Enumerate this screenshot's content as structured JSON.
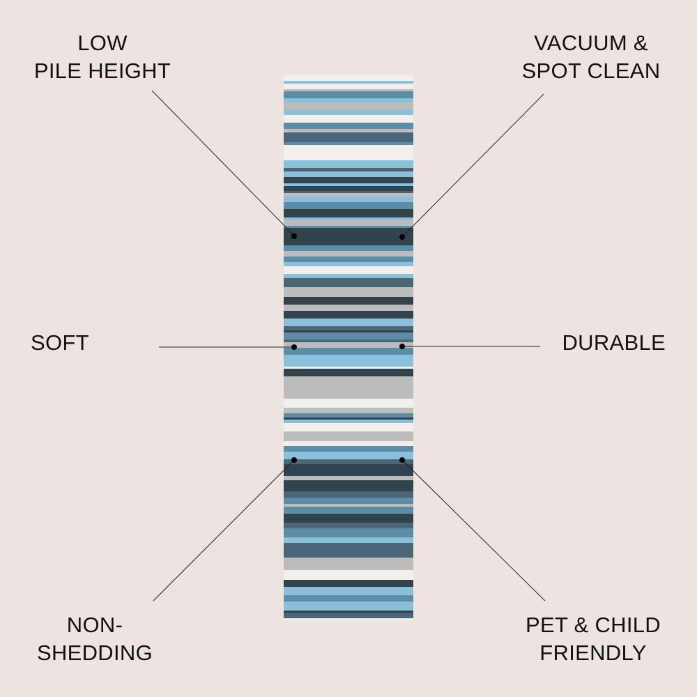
{
  "features": {
    "top_left": [
      "LOW",
      "PILE HEIGHT"
    ],
    "top_right": [
      "VACUUM &",
      "SPOT CLEAN"
    ],
    "mid_left": "SOFT",
    "mid_right": "DURABLE",
    "bottom_left": [
      "NON-",
      "SHEDDING"
    ],
    "bottom_right": [
      "PET & CHILD",
      "FRIENDLY"
    ]
  },
  "colors": {
    "background": "#ede4df",
    "rug_light_blue": "#8cc0da",
    "rug_dark": "#33434e",
    "rug_gray": "#bcbcbc",
    "rug_cream": "#f2f0ec"
  }
}
